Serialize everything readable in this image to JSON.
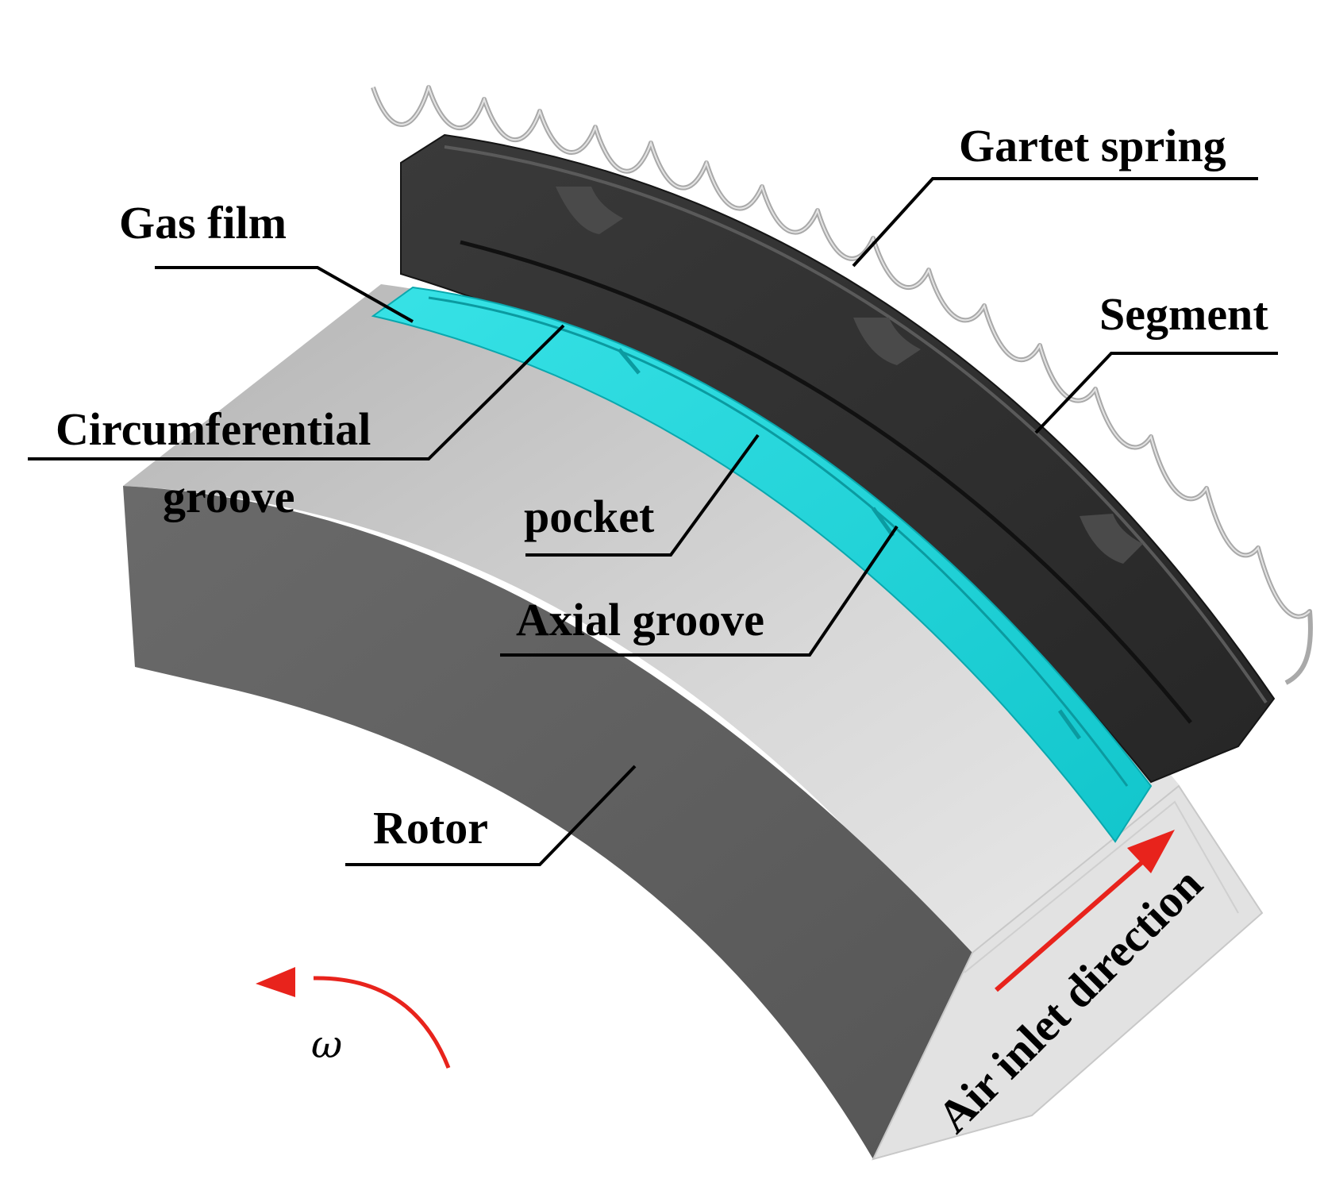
{
  "labels": {
    "gas_film": "Gas film",
    "gartet_spring": "Gartet spring",
    "segment": "Segment",
    "circumferential_groove_line1": "Circumferential",
    "circumferential_groove_line2": "groove",
    "pocket": "pocket",
    "axial_groove": "Axial groove",
    "rotor": "Rotor",
    "air_inlet_direction": "Air inlet direction",
    "omega": "ω"
  },
  "colors": {
    "rotor_top": "#d2d2d2",
    "rotor_side": "#5c5c5c",
    "rotor_end": "#e6e6e6",
    "segment": "#2e2e2e",
    "segment_edge": "#1a1a1a",
    "gas_film": "#1ed6dc",
    "spring": "#b8b8b8",
    "arrow": "#e8231c"
  }
}
